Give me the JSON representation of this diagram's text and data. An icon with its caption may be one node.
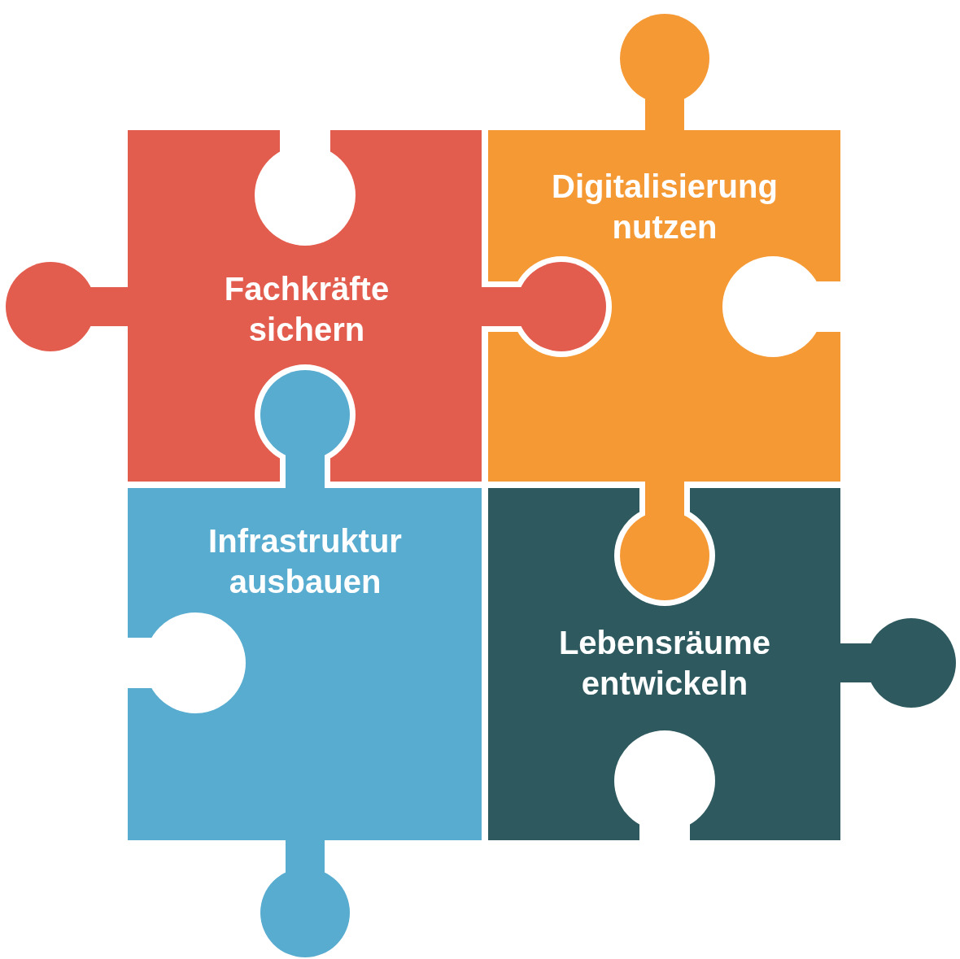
{
  "diagram": {
    "nodes": [
      {
        "text": [
          "Fachkräfte sichern"
        ]
      },
      {
        "text": [
          "Digitalisierung nutzen"
        ]
      },
      {
        "text": [
          "Infrastruktur ausbauen"
        ]
      },
      {
        "text": [
          "Lebensräume entwickeln"
        ]
      }
    ]
  }
}
